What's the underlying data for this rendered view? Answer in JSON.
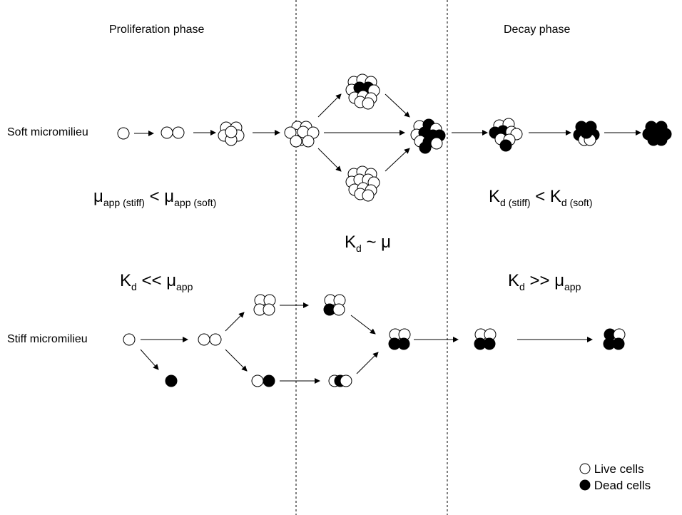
{
  "phases": {
    "proliferation": "Proliferation phase",
    "decay": "Decay phase"
  },
  "rows": {
    "soft": "Soft micromilieu",
    "stiff": "Stiff micromilieu"
  },
  "equations": {
    "mu_compare": {
      "sym": "μ",
      "sub1": "app (stiff)",
      "op": "<",
      "sub2": "app (soft)"
    },
    "kd_compare": {
      "sym": "K",
      "sub1": "d (stiff)",
      "op": "<",
      "sub2": "d (soft)"
    },
    "kd_approx_mu": {
      "k": "K",
      "sub": "d",
      "rest": "~ μ"
    },
    "kd_ll_mu": {
      "k": "K",
      "sub": "d",
      "op": "<<",
      "mu": "μ",
      "sub2": "app"
    },
    "kd_gg_mu": {
      "k": "K",
      "sub": "d",
      "op": ">>",
      "mu": "μ",
      "sub2": "app"
    }
  },
  "legend": {
    "live": "Live cells",
    "dead": "Dead cells"
  },
  "colors": {
    "live": "#ffffff",
    "dead": "#000000",
    "stroke": "#000000"
  }
}
